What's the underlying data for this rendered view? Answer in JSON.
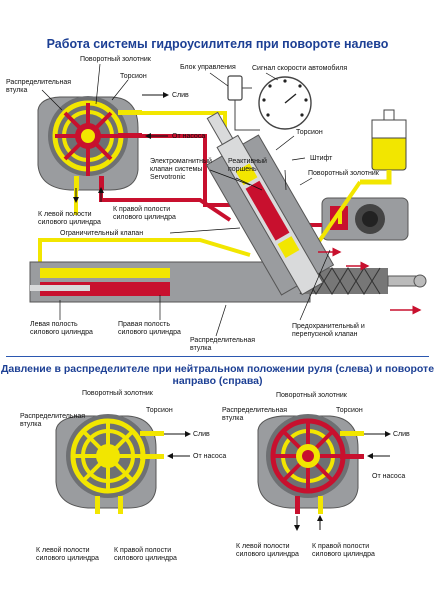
{
  "titles": {
    "main": "Работа системы гидроусилителя при повороте налево",
    "bottom": "Давление в распределителе при нейтральном положении руля (слева) и повороте направо (справа)"
  },
  "labels": {
    "rotary_spool": "Поворотный золотник",
    "torsion": "Торсион",
    "dist_sleeve_1": "Распределительная",
    "dist_sleeve_2": "втулка",
    "drain": "Слив",
    "from_pump": "От насоса",
    "left_cavity_1": "К левой полости",
    "right_cavity_1": "К правой полости",
    "cavity_2": "силового цилиндра",
    "control_unit": "Блок управления",
    "speed_signal": "Сигнал скорости автомобиля",
    "pin": "Штифт",
    "solenoid_1": "Электромагнитный",
    "solenoid_2": "клапан системы",
    "solenoid_3": "Servotronic",
    "reactive_1": "Реактивный",
    "reactive_2": "поршень",
    "limit_valve": "Ограничительный клапан",
    "left_cyl_1": "Левая полость",
    "right_cyl_1": "Правая полость",
    "cyl_2": "силового цилиндра",
    "safety_1": "Предохранительный и",
    "safety_2": "перепускной клапан"
  },
  "colors": {
    "pressure": "#c8102e",
    "return": "#f2e600",
    "housing": "#8b8d90",
    "title": "#1c3f94"
  }
}
